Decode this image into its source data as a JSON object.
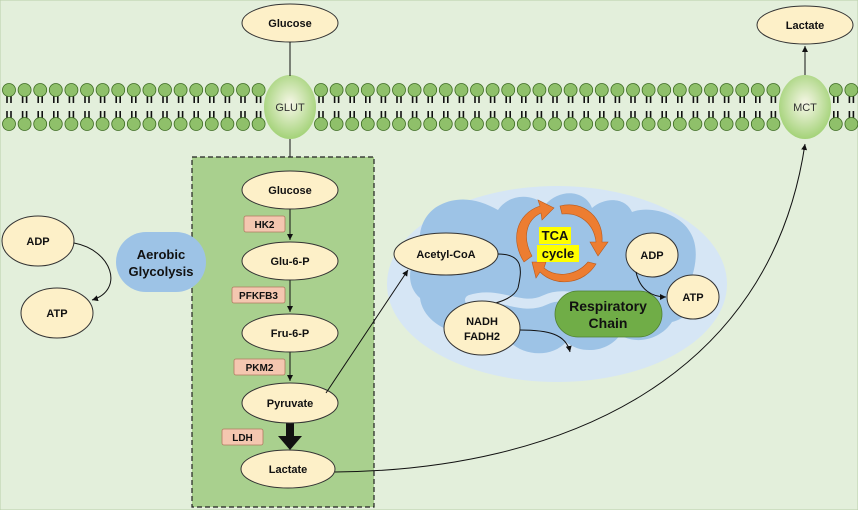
{
  "colors": {
    "background": "#e3efdb",
    "membrane_head": "#8fc06a",
    "box_fill": "#a9d08e",
    "node_fill": "#fdf0c8",
    "enzyme_fill": "#f4c7b0",
    "mito_outer": "#d6e6f5",
    "mito_inner": "#9dc3e6",
    "aerobic_fill": "#9dc3e6",
    "resp_fill": "#70ad47",
    "tca_arrow": "#ed7d31",
    "tca_highlight": "#ffff00"
  },
  "membrane": {
    "transporters": {
      "glut": "GLUT",
      "mct": "MCT"
    }
  },
  "nodes": {
    "glucose_out": "Glucose",
    "lactate_out": "Lactate",
    "glucose_in": "Glucose",
    "glu6p": "Glu-6-P",
    "fru6p": "Fru-6-P",
    "pyruvate": "Pyruvate",
    "lactate_in": "Lactate",
    "adp_left": "ADP",
    "atp_left": "ATP",
    "acetyl_coa": "Acetyl-CoA",
    "nadh": "NADH",
    "fadh2": "FADH2",
    "adp_right": "ADP",
    "atp_right": "ATP"
  },
  "enzymes": {
    "hk2": "HK2",
    "pfkfb3": "PFKFB3",
    "pkm2": "PKM2",
    "ldh": "LDH"
  },
  "labels": {
    "aerobic_line1": "Aerobic",
    "aerobic_line2": "Glycolysis",
    "tca_line1": "TCA",
    "tca_line2": "cycle",
    "resp_line1": "Respiratory",
    "resp_line2": "Chain"
  }
}
